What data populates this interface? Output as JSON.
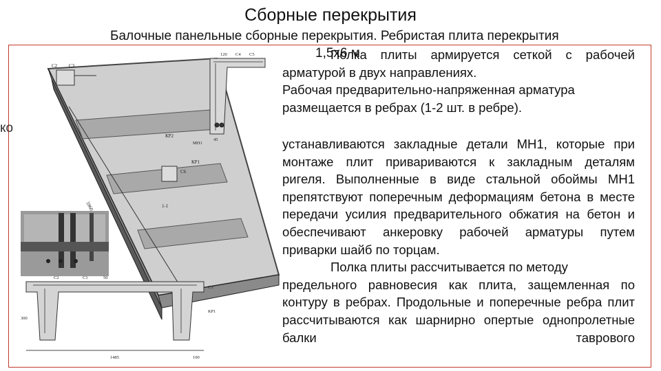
{
  "title": "Сборные перекрытия",
  "subtitle": "Балочные панельные сборные перекрытия. Ребристая плита перекрытия",
  "overlap_fragment": "1,5х6 м",
  "side_fragment": "ко",
  "block1": {
    "line1": "Полка плиты армируется сеткой с рабочей",
    "line2": "арматурой в двух направлениях.",
    "line3": "Рабочая предварительно-напряженная арматура",
    "line4": "размещается в ребрах (1-2 шт. в ребре)."
  },
  "block2": {
    "p1": "устанавливаются закладные детали МН1, которые при монтаже плит привариваются к закладным деталям ригеля. Выполненные в виде стальной обоймы МН1 препятствуют поперечным деформациям бетона в месте передачи усилия предварительного обжатия на бетон и обеспечивают анкеровку рабочей арматуры путем приварки шайб по торцам.",
    "p2_first": "Полка плиты рассчитывается по методу",
    "p2_rest": "предельного равновесия как плита, защемленная по контуру в ребрах. Продольные и поперечные ребра плит рассчитываются как шарнирно опертые однопролетные балки таврового"
  },
  "drawing_labels": {
    "top_section": [
      "120",
      "С4",
      "С5",
      "МН1",
      "45"
    ],
    "main": [
      "С3",
      "С2",
      "КР2",
      "С6",
      "КР1",
      "1-1",
      "5960"
    ],
    "bottom_section": [
      "С2",
      "С1",
      "50",
      "С3",
      "КР1",
      "300",
      "1485",
      "100"
    ]
  }
}
